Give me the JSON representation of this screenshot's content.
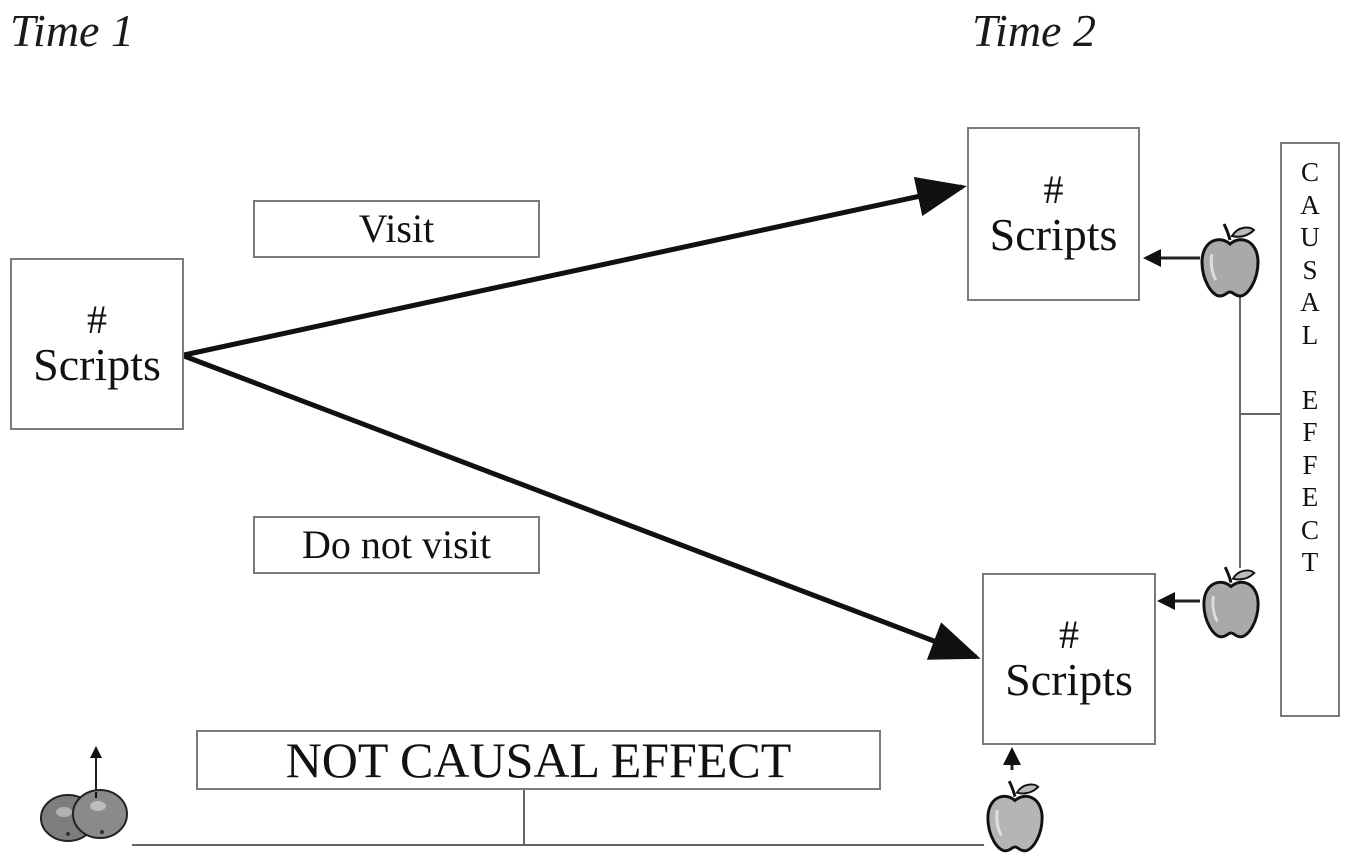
{
  "headings": {
    "time1": "Time 1",
    "time2": "Time 2"
  },
  "nodes": {
    "time1": {
      "hash": "#",
      "label": "Scripts"
    },
    "time2_visit": {
      "hash": "#",
      "label": "Scripts"
    },
    "time2_no_visit": {
      "hash": "#",
      "label": "Scripts"
    }
  },
  "edge_labels": {
    "visit": "Visit",
    "do_not_visit": "Do not visit"
  },
  "effects": {
    "causal_letters": [
      "C",
      "A",
      "U",
      "S",
      "A",
      "L",
      "",
      "E",
      "F",
      "F",
      "E",
      "C",
      "T"
    ],
    "not_causal": "NOT CAUSAL EFFECT"
  },
  "icons": {
    "apple": "apple-icon",
    "apple_pair": "apples-pair-icon"
  }
}
